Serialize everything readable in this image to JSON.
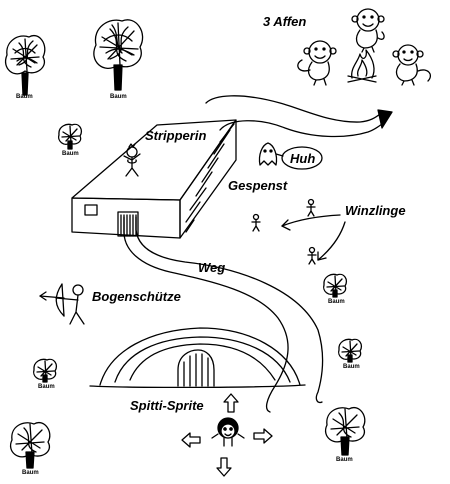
{
  "labels": {
    "affen": "3 Affen",
    "stripperin": "Stripperin",
    "huh": "Huh",
    "gespenst": "Gespenst",
    "winzlinge": "Winzlinge",
    "weg": "Weg",
    "bogenschuetze": "Bogenschütze",
    "spitti": "Spitti-Sprite",
    "baum": "Baum"
  }
}
